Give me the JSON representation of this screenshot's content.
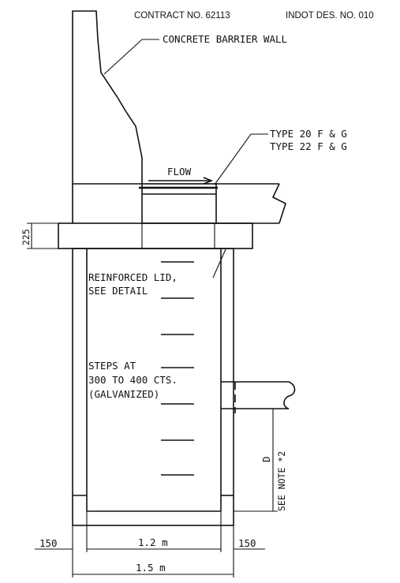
{
  "header": {
    "contract": "CONTRACT NO. 62113",
    "des": "INDOT DES. NO. 010"
  },
  "labels": {
    "barrier": "CONCRETE BARRIER WALL",
    "type20": "TYPE 20 F & G",
    "type22": "TYPE 22 F & G",
    "flow": "FLOW",
    "lid_1": "REINFORCED LID,",
    "lid_2": "SEE DETAIL",
    "steps_1": "STEPS AT",
    "steps_2": "300 TO 400 CTS.",
    "steps_3": "(GALVANIZED)",
    "depth": "D",
    "see_note": "SEE NOTE *2"
  },
  "dimensions": {
    "lid_thickness": "225",
    "wall_left": "150",
    "inside_width": "1.2 m",
    "wall_right": "150",
    "outside_width": "1.5 m"
  }
}
